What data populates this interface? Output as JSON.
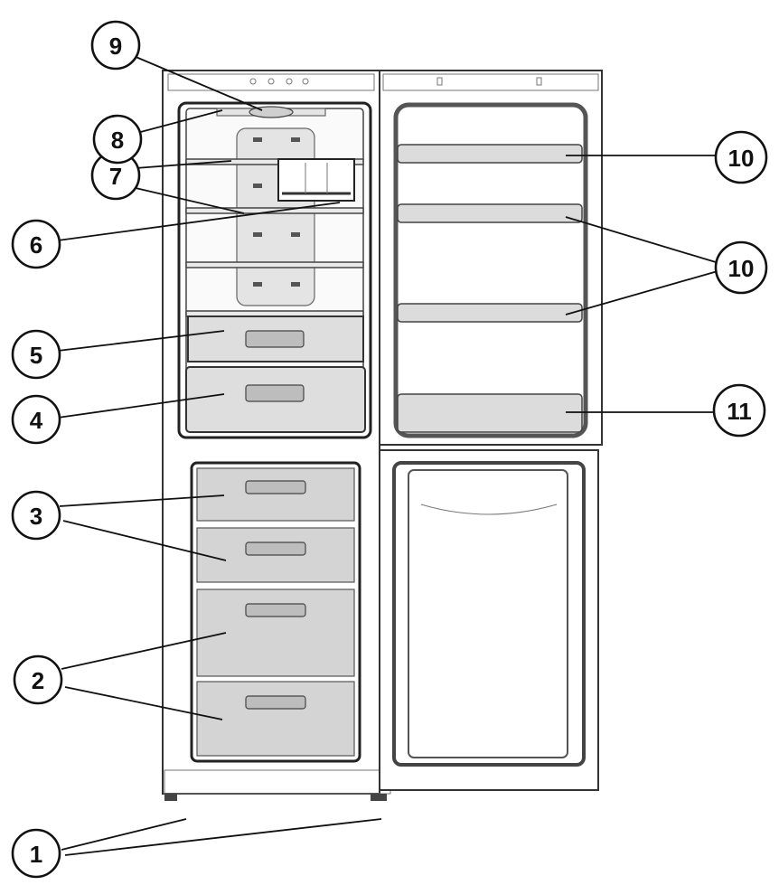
{
  "callouts": [
    {
      "label": "1"
    },
    {
      "label": "2"
    },
    {
      "label": "3"
    },
    {
      "label": "4"
    },
    {
      "label": "5"
    },
    {
      "label": "6"
    },
    {
      "label": "7"
    },
    {
      "label": "8"
    },
    {
      "label": "9"
    },
    {
      "label": "10"
    },
    {
      "label": "10"
    },
    {
      "label": "11"
    }
  ]
}
